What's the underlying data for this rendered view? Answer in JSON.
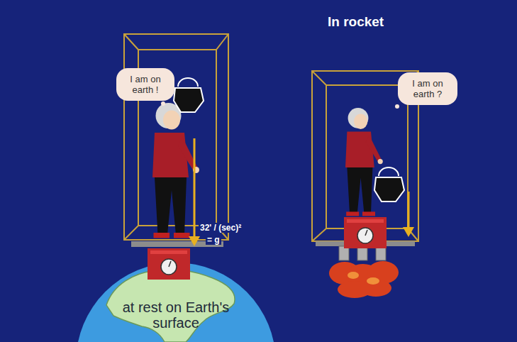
{
  "diagram": {
    "nodes": [
      {
        "text": [
          "I am on earth !"
        ]
      },
      {
        "text": [
          "I am on earth ?"
        ]
      }
    ],
    "labels": [
      "In rocket",
      "32' / (sec)²",
      "= g",
      "at rest on Earth's surface"
    ]
  }
}
